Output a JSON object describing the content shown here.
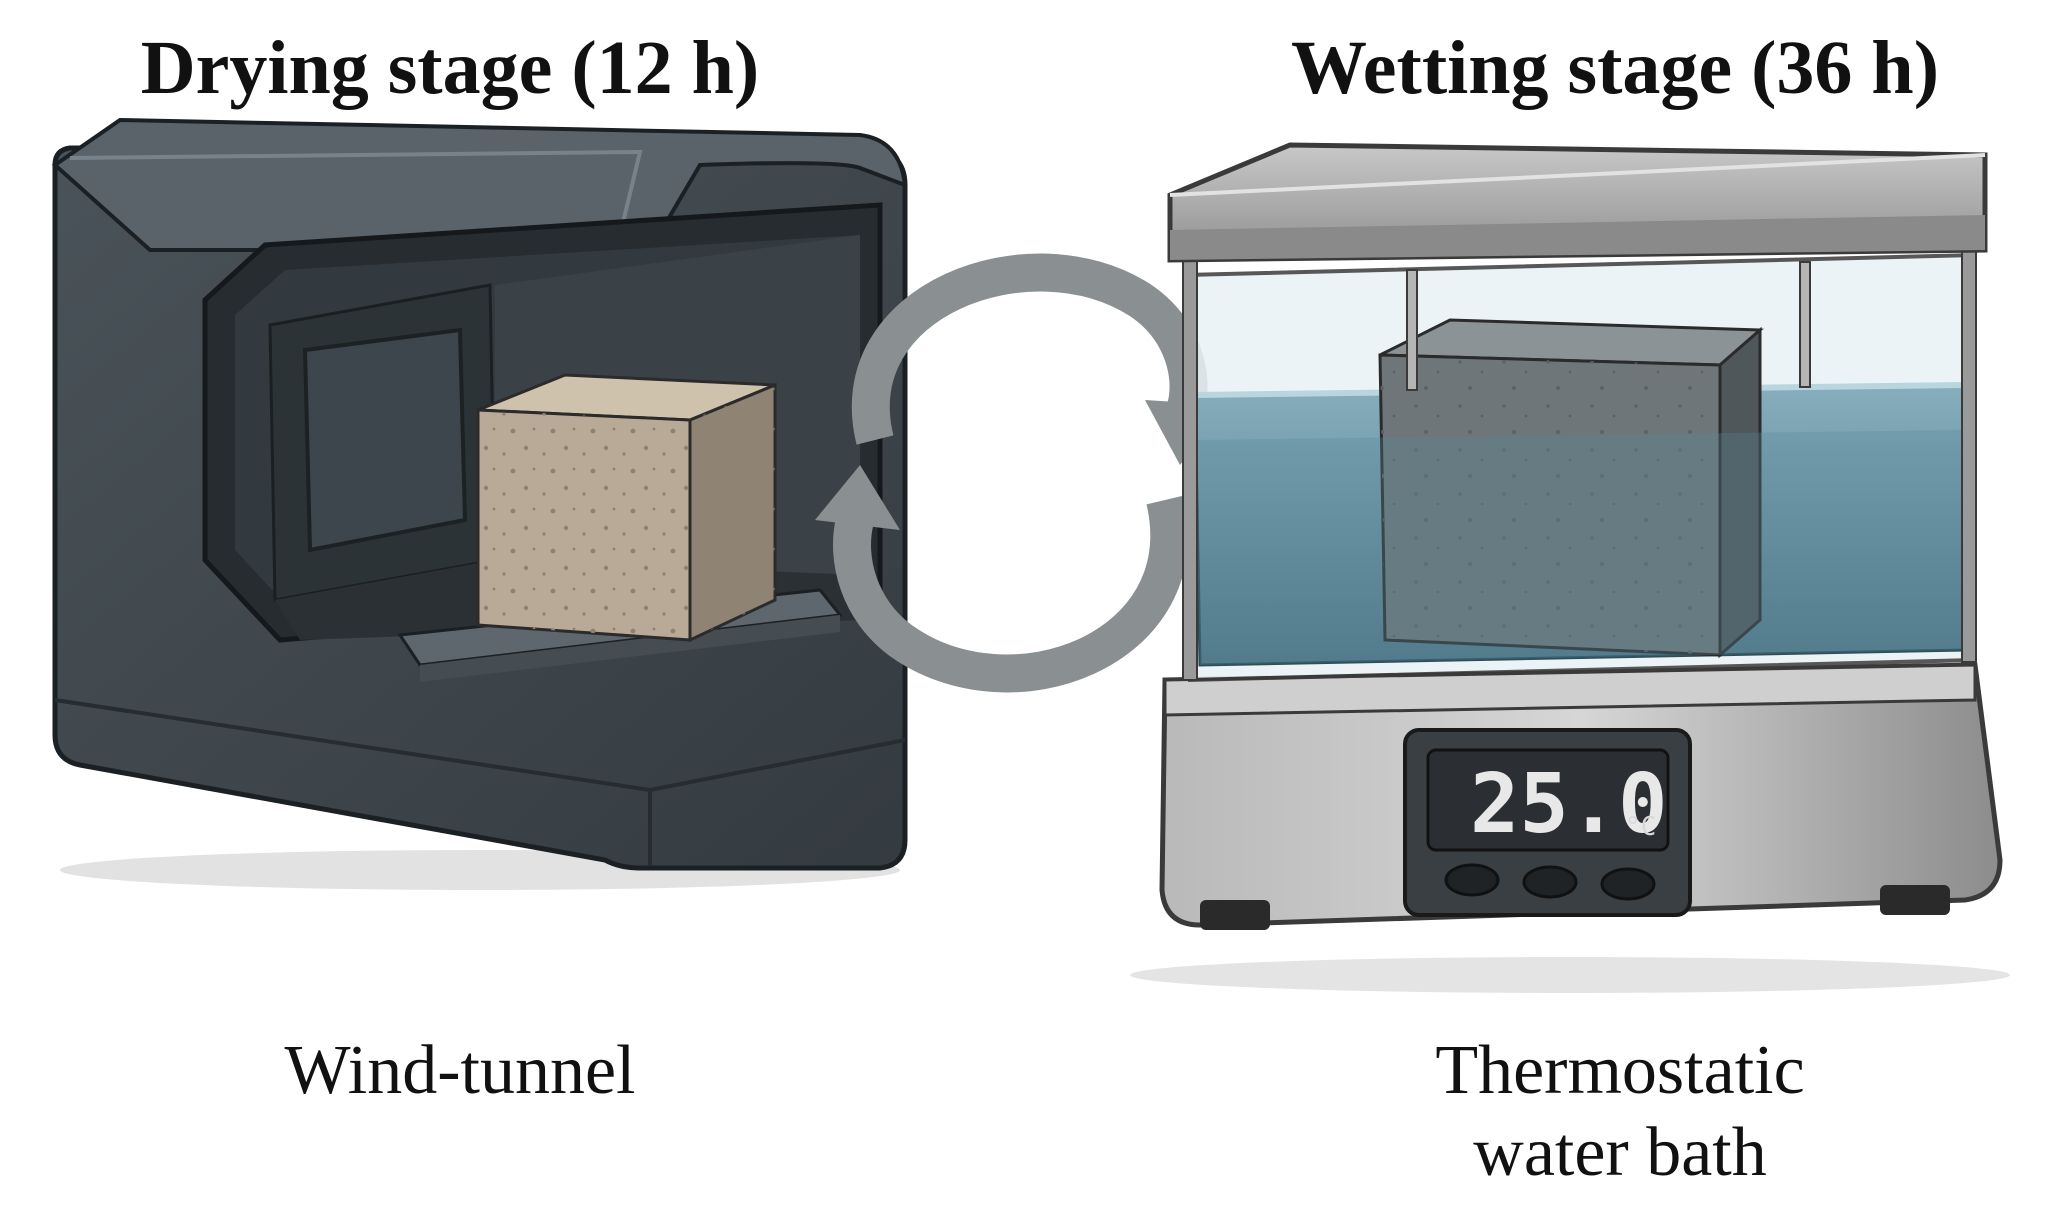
{
  "left_panel": {
    "title": "Drying stage (12 h)",
    "caption": "Wind-tunnel"
  },
  "right_panel": {
    "title": "Wetting stage (36 h)",
    "caption_line1": "Thermostatic",
    "caption_line2": "water bath",
    "display_value": "25.0",
    "display_unit": "°C"
  },
  "colors": {
    "tunnel_body": "#3f474d",
    "tunnel_edge": "#1f2428",
    "sand_cube": "#b8aa96",
    "grey_cube": "#6e767a",
    "water": "#6d97a8",
    "steel": "#a9a9a9",
    "lcd": "#2b2f33",
    "cycle_arrow": "#8a8f92"
  }
}
